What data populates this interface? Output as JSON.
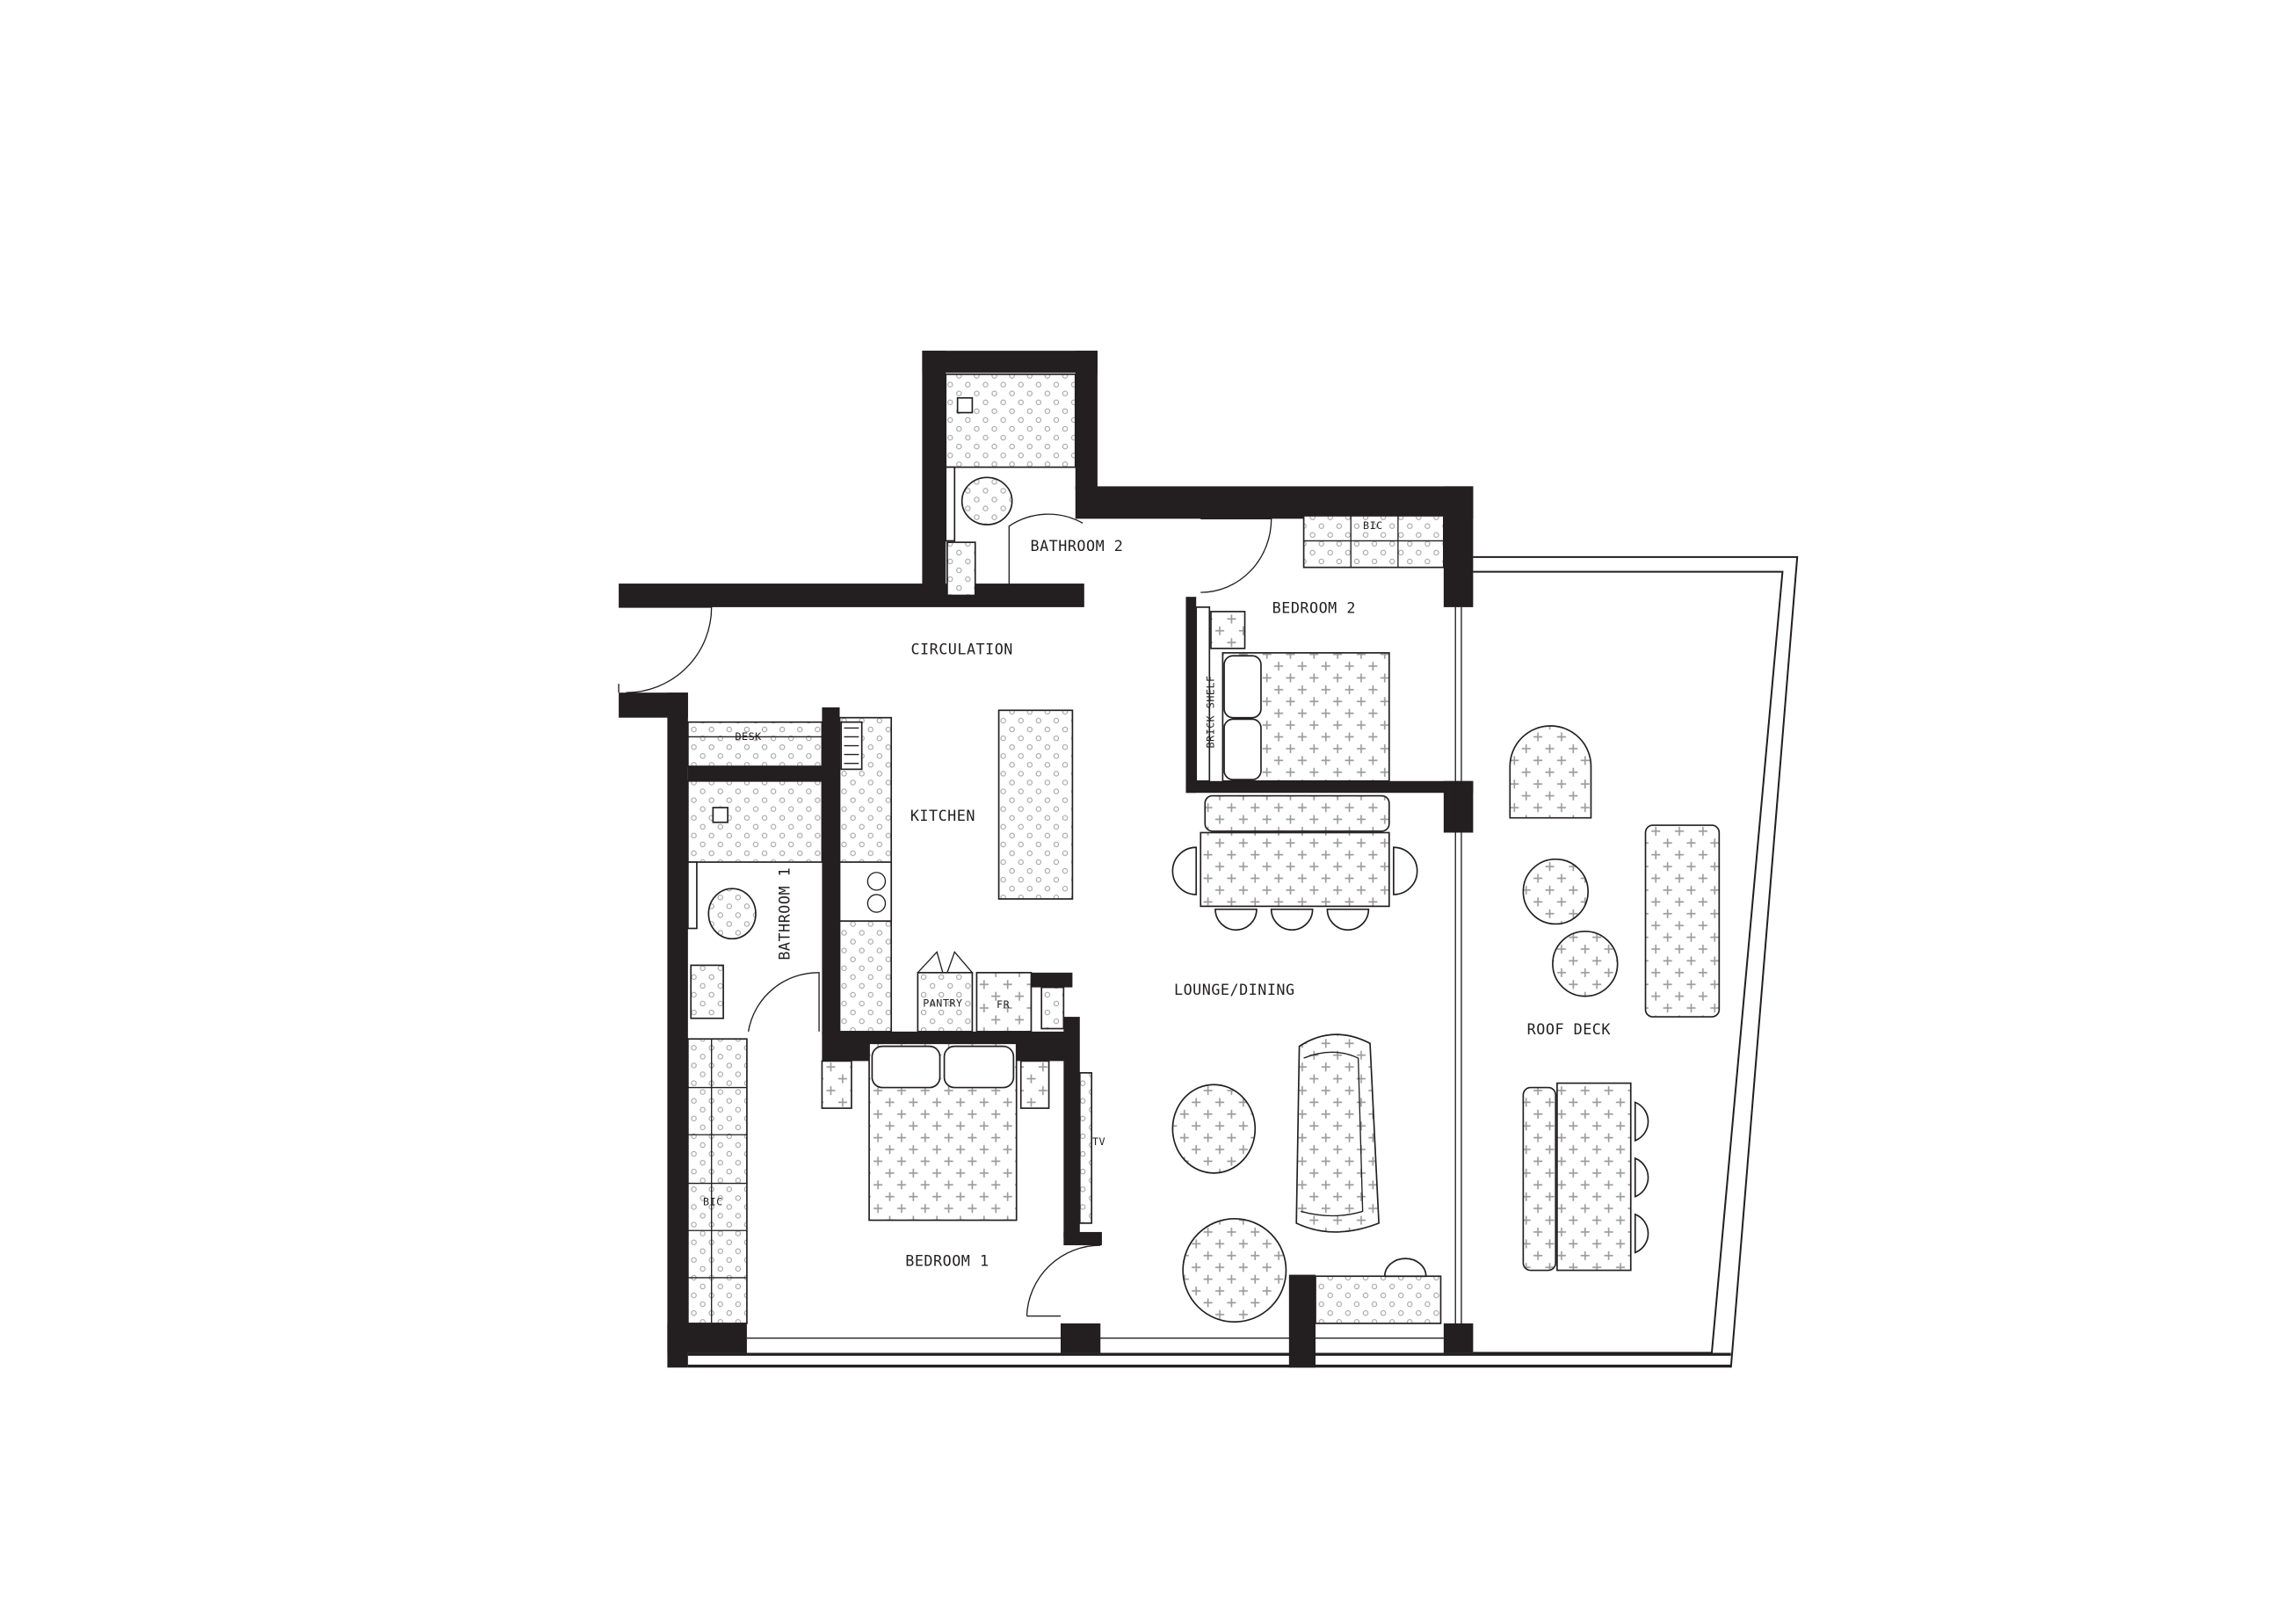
{
  "plan": {
    "rooms": {
      "bathroom_2": "BATHROOM 2",
      "bedroom_2": "BEDROOM 2",
      "circulation": "CIRCULATION",
      "kitchen": "KITCHEN",
      "bathroom_1": "BATHROOM 1",
      "lounge_dining": "LOUNGE/DINING",
      "roof_deck": "ROOF DECK",
      "bedroom_1": "BEDROOM 1"
    },
    "fixtures": {
      "desk": "DESK",
      "bic_bedroom_2": "BIC",
      "bic_bedroom_1": "BIC",
      "brick_shelf": "BRICK SHELF",
      "pantry": "PANTRY",
      "fridge": "FR",
      "tv": "TV"
    },
    "colors": {
      "wall": "#231f20",
      "pattern": "#9d9d9d",
      "background": "#ffffff"
    }
  }
}
